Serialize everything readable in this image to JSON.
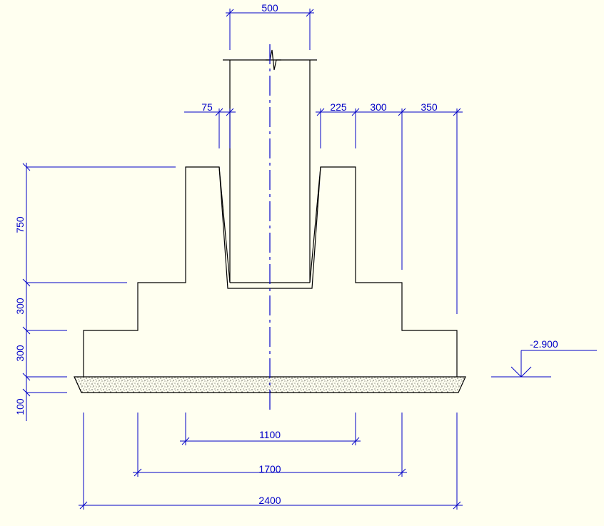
{
  "colors": {
    "background": "#fffff0",
    "dimension": "#0000c8",
    "outline": "#000000"
  },
  "dimensions": {
    "column_width": "500",
    "left_gap": "75",
    "right_gap": "225",
    "step_300": "300",
    "step_350": "350",
    "height_750": "750",
    "height_300_upper": "300",
    "height_300_lower": "300",
    "height_100": "100",
    "width_1100": "1100",
    "width_1700": "1700",
    "width_2400": "2400"
  },
  "elevation": "-2.900"
}
